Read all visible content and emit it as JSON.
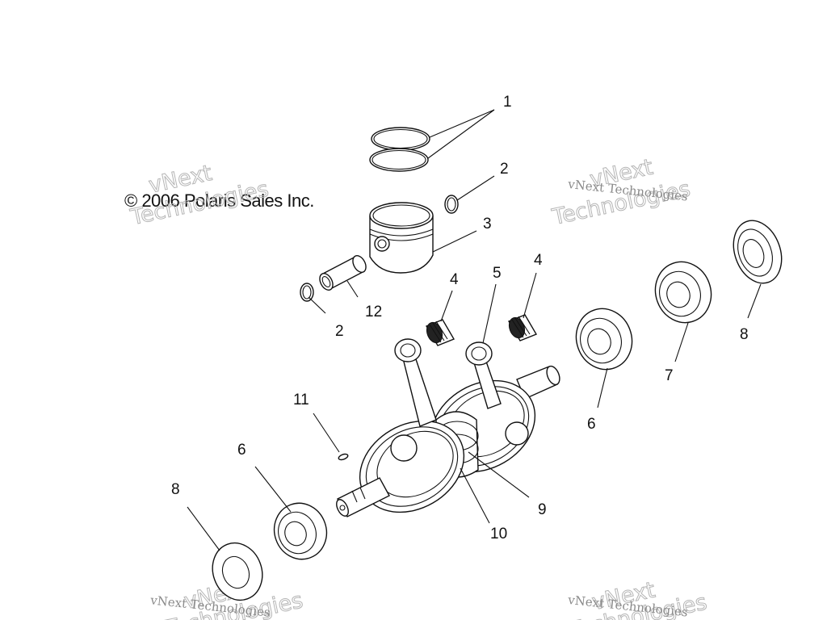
{
  "copyright": "© 2006 Polaris Sales Inc.",
  "watermark": {
    "line1": "vNext",
    "line2": "Technologies",
    "small": "vNext Technologies"
  },
  "callouts": {
    "piston_rings": "1",
    "circlip_upper": "2",
    "circlip_lower": "2",
    "piston": "3",
    "needle_bearing_left": "4",
    "needle_bearing_right": "4",
    "connecting_rod": "5",
    "bearing_right": "6",
    "bearing_left": "6",
    "bearing_outer": "7",
    "seal_right": "8",
    "seal_left": "8",
    "crank_center": "9",
    "crank_web": "10",
    "key": "11",
    "piston_pin": "12"
  }
}
